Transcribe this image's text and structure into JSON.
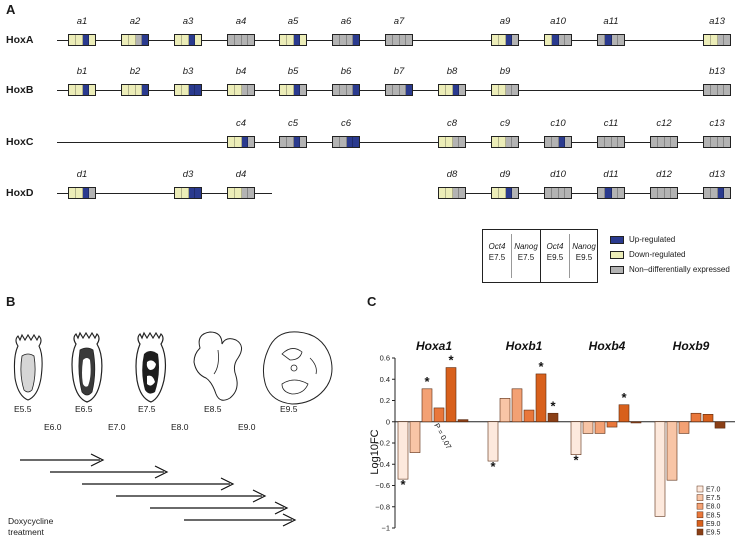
{
  "colors": {
    "up": "#2a3a8e",
    "down": "#ecedb8",
    "nde": "#b3b3b3",
    "line": "#222222",
    "stages": [
      "#fde9dd",
      "#f8c5a6",
      "#f3a174",
      "#e9773b",
      "#d8601c",
      "#8a3f16"
    ]
  },
  "panel_a": {
    "letter": "A",
    "genes": [
      {
        "label": "HoxA",
        "members": [
          {
            "name": "a1",
            "pattern": [
              "D",
              "D",
              "U",
              "D"
            ]
          },
          {
            "name": "a2",
            "pattern": [
              "D",
              "D",
              "N",
              "U"
            ]
          },
          {
            "name": "a3",
            "pattern": [
              "D",
              "D",
              "U",
              "D"
            ]
          },
          {
            "name": "a4",
            "pattern": [
              "N",
              "N",
              "N",
              "N"
            ]
          },
          {
            "name": "a5",
            "pattern": [
              "D",
              "D",
              "U",
              "D"
            ]
          },
          {
            "name": "a6",
            "pattern": [
              "N",
              "N",
              "N",
              "U"
            ]
          },
          {
            "name": "a7",
            "pattern": [
              "N",
              "N",
              "N",
              "N"
            ]
          },
          {
            "name": "a9",
            "pattern": [
              "D",
              "D",
              "U",
              "N"
            ]
          },
          {
            "name": "a10",
            "pattern": [
              "D",
              "U",
              "N",
              "N"
            ]
          },
          {
            "name": "a11",
            "pattern": [
              "N",
              "U",
              "N",
              "N"
            ]
          },
          {
            "name": "a13",
            "pattern": [
              "D",
              "D",
              "N",
              "N"
            ]
          }
        ]
      },
      {
        "label": "HoxB",
        "members": [
          {
            "name": "b1",
            "pattern": [
              "D",
              "D",
              "U",
              "D"
            ]
          },
          {
            "name": "b2",
            "pattern": [
              "D",
              "D",
              "D",
              "U"
            ]
          },
          {
            "name": "b3",
            "pattern": [
              "D",
              "D",
              "U",
              "U"
            ]
          },
          {
            "name": "b4",
            "pattern": [
              "D",
              "D",
              "N",
              "N"
            ]
          },
          {
            "name": "b5",
            "pattern": [
              "D",
              "D",
              "U",
              "N"
            ]
          },
          {
            "name": "b6",
            "pattern": [
              "N",
              "N",
              "N",
              "U"
            ]
          },
          {
            "name": "b7",
            "pattern": [
              "N",
              "N",
              "N",
              "U"
            ]
          },
          {
            "name": "b8",
            "pattern": [
              "D",
              "D",
              "U",
              "N"
            ]
          },
          {
            "name": "b9",
            "pattern": [
              "D",
              "D",
              "N",
              "N"
            ]
          },
          {
            "name": "b13",
            "pattern": [
              "N",
              "N",
              "N",
              "N"
            ]
          }
        ]
      },
      {
        "label": "HoxC",
        "members": [
          {
            "name": "c4",
            "pattern": [
              "D",
              "D",
              "U",
              "N"
            ]
          },
          {
            "name": "c5",
            "pattern": [
              "N",
              "N",
              "U",
              "N"
            ]
          },
          {
            "name": "c6",
            "pattern": [
              "N",
              "N",
              "U",
              "U"
            ]
          },
          {
            "name": "c8",
            "pattern": [
              "D",
              "D",
              "N",
              "N"
            ]
          },
          {
            "name": "c9",
            "pattern": [
              "D",
              "D",
              "N",
              "N"
            ]
          },
          {
            "name": "c10",
            "pattern": [
              "N",
              "N",
              "U",
              "N"
            ]
          },
          {
            "name": "c11",
            "pattern": [
              "N",
              "N",
              "N",
              "N"
            ]
          },
          {
            "name": "c12",
            "pattern": [
              "N",
              "N",
              "N",
              "N"
            ]
          },
          {
            "name": "c13",
            "pattern": [
              "N",
              "N",
              "N",
              "N"
            ]
          }
        ]
      },
      {
        "label": "HoxD",
        "members": [
          {
            "name": "d1",
            "pattern": [
              "D",
              "D",
              "U",
              "N"
            ]
          },
          {
            "name": "d3",
            "pattern": [
              "D",
              "D",
              "U",
              "U"
            ]
          },
          {
            "name": "d4",
            "pattern": [
              "D",
              "D",
              "N",
              "N"
            ]
          },
          {
            "name": "d8",
            "pattern": [
              "D",
              "D",
              "N",
              "N"
            ]
          },
          {
            "name": "d9",
            "pattern": [
              "D",
              "D",
              "U",
              "N"
            ]
          },
          {
            "name": "d10",
            "pattern": [
              "N",
              "N",
              "N",
              "N"
            ]
          },
          {
            "name": "d11",
            "pattern": [
              "N",
              "U",
              "N",
              "N"
            ]
          },
          {
            "name": "d12",
            "pattern": [
              "N",
              "N",
              "N",
              "N"
            ]
          },
          {
            "name": "d13",
            "pattern": [
              "N",
              "N",
              "U",
              "N"
            ]
          }
        ]
      }
    ],
    "key": {
      "cols": [
        {
          "gene": "Oct4",
          "stage": "E7.5"
        },
        {
          "gene": "Nanog",
          "stage": "E7.5"
        },
        {
          "gene": "Oct4",
          "stage": "E9.5"
        },
        {
          "gene": "Nanog",
          "stage": "E9.5"
        }
      ]
    },
    "legend": [
      {
        "label": "Up-regulated",
        "swatch": "up"
      },
      {
        "label": "Down-regulated",
        "swatch": "down"
      },
      {
        "label": "Non–differentially expressed",
        "swatch": "nde"
      }
    ]
  },
  "panel_b": {
    "letter": "B",
    "stages_top": [
      "E5.5",
      "E6.5",
      "E7.5",
      "E8.5",
      "E9.5"
    ],
    "stages_bottom": [
      "E6.0",
      "E7.0",
      "E8.0",
      "E9.0"
    ],
    "treatment_label_1": "Doxycycline",
    "treatment_label_2": "treatment",
    "arrow_count": 6
  },
  "panel_c": {
    "letter": "C"
  },
  "chart_data": {
    "type": "bar",
    "ylabel": "Log10FC",
    "ylim": [
      -1,
      0.6
    ],
    "yticks": [
      "0.6",
      "0.4",
      "0.2",
      "0",
      "−0.2",
      "−0.4",
      "−0.6",
      "−0.8",
      "−1"
    ],
    "categories": [
      "Hoxa1",
      "Hoxb1",
      "Hoxb4",
      "Hoxb9"
    ],
    "series": [
      {
        "name": "E7.0",
        "values": [
          -0.54,
          -0.37,
          -0.31,
          -0.89
        ]
      },
      {
        "name": "E7.5",
        "values": [
          -0.29,
          0.22,
          -0.11,
          -0.55
        ]
      },
      {
        "name": "E8.0",
        "values": [
          0.31,
          0.31,
          -0.11,
          -0.11
        ]
      },
      {
        "name": "E8.5",
        "values": [
          0.13,
          0.11,
          -0.05,
          0.08
        ]
      },
      {
        "name": "E9.0",
        "values": [
          0.51,
          0.45,
          0.16,
          0.07
        ]
      },
      {
        "name": "E9.5",
        "values": [
          0.02,
          0.08,
          0.0,
          -0.06
        ]
      }
    ],
    "significant": [
      {
        "category": "Hoxa1",
        "series": "E7.0"
      },
      {
        "category": "Hoxa1",
        "series": "E8.0"
      },
      {
        "category": "Hoxa1",
        "series": "E9.0"
      },
      {
        "category": "Hoxb1",
        "series": "E7.0"
      },
      {
        "category": "Hoxb1",
        "series": "E9.0"
      },
      {
        "category": "Hoxb1",
        "series": "E9.5"
      },
      {
        "category": "Hoxb4",
        "series": "E7.0"
      },
      {
        "category": "Hoxb4",
        "series": "E9.0"
      }
    ],
    "annotation": "P = 0.07",
    "legend_position": "bottom-right"
  }
}
